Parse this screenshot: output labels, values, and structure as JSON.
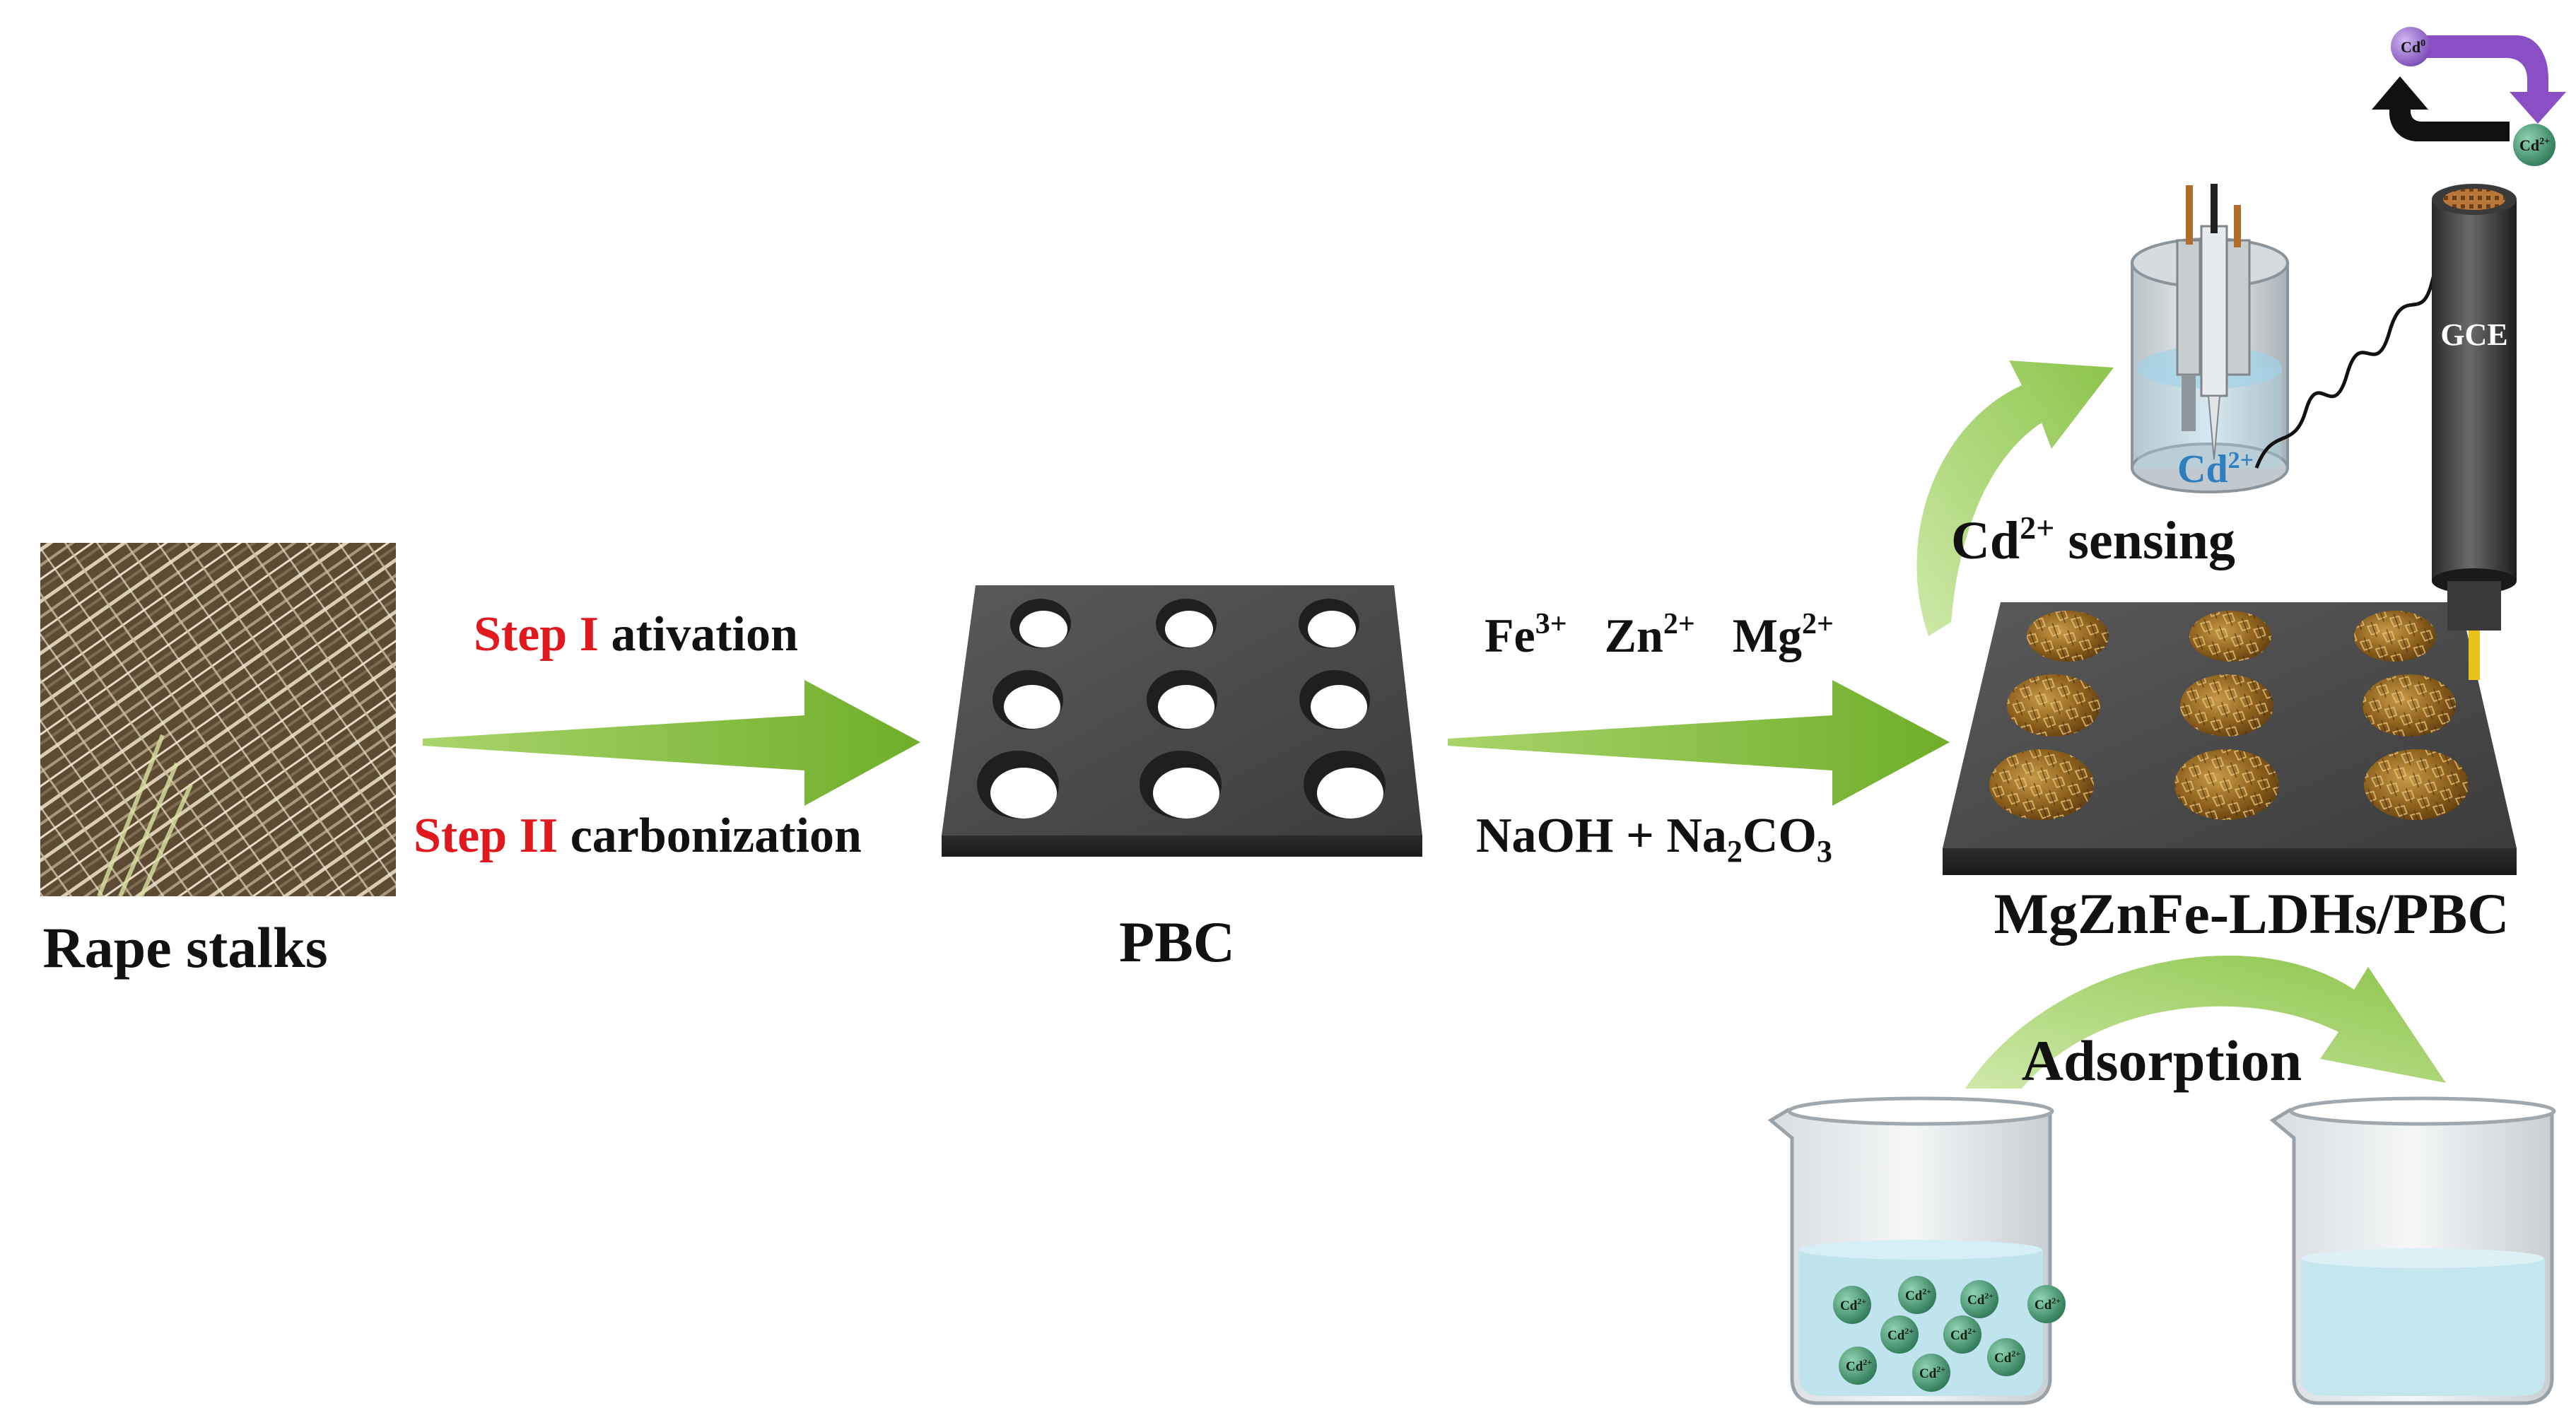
{
  "colors": {
    "arrow_green": "#8bbf3f",
    "arrow_light": "#b8dc80",
    "step_red": "#e0191f",
    "plate_dark": "#4a4a4a",
    "ldh_brown": "#9a6a1e",
    "cd_ion": "#3e8f6b",
    "cd0_purple": "#8a5bc4",
    "solution_blue": "#bfe4ee",
    "cd_label_blue": "#2f7fc0"
  },
  "raw_material": {
    "label": "Rape stalks",
    "image": "rape-stalks-photo"
  },
  "step1": {
    "prefix": "Step I",
    "text": " ativation"
  },
  "step2": {
    "prefix": "Step II",
    "text": " carbonization"
  },
  "pbc": {
    "label": "PBC"
  },
  "ions": {
    "fe": {
      "base": "Fe",
      "sup": "3+"
    },
    "zn": {
      "base": "Zn",
      "sup": "2+"
    },
    "mg": {
      "base": "Mg",
      "sup": "2+"
    }
  },
  "reagents": {
    "part1": "NaOH + Na",
    "sub1": "2",
    "part2": "CO",
    "sub2": "3"
  },
  "composite": {
    "label": "MgZnFe-LDHs/PBC"
  },
  "sensing": {
    "base": "Cd",
    "sup": "2+",
    "text": " sensing"
  },
  "cell": {
    "base": "Cd",
    "sup": "2+"
  },
  "electrode": {
    "label": "GCE"
  },
  "redox": {
    "cd0": {
      "base": "Cd",
      "sup": "0"
    },
    "cd2": {
      "base": "Cd",
      "sup": "2+"
    }
  },
  "adsorption": {
    "label": "Adsorption"
  },
  "beaker_ion": {
    "base": "Cd",
    "sup": "2+"
  }
}
